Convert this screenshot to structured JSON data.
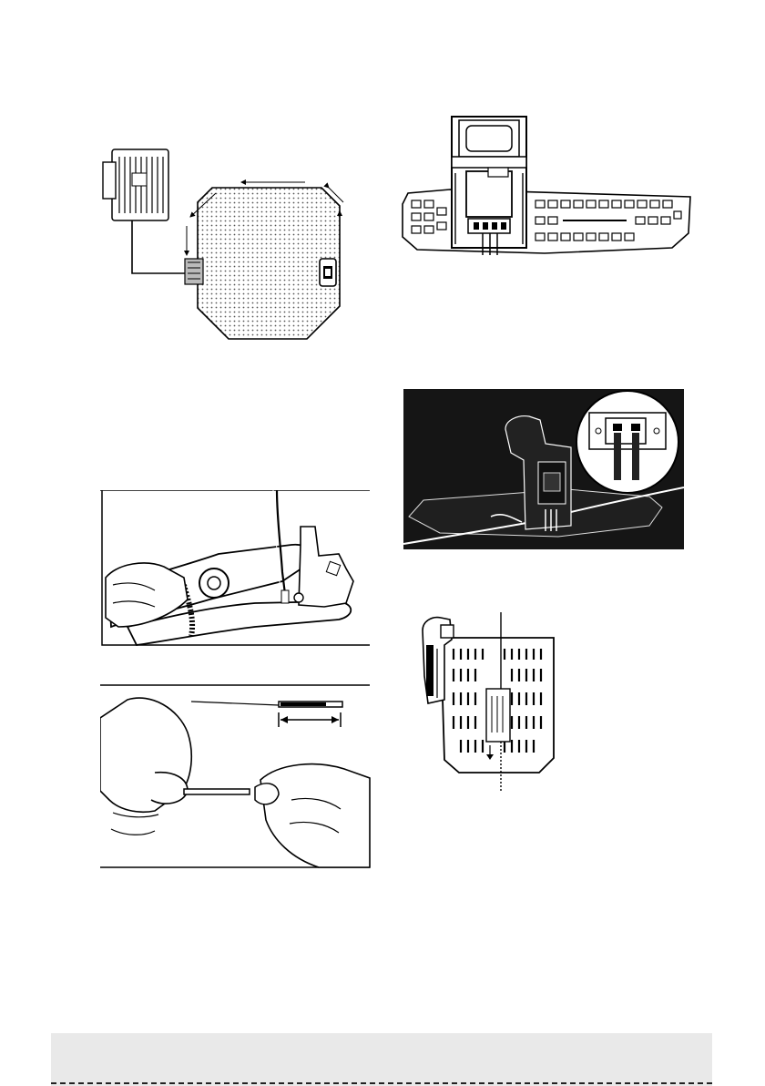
{
  "page": {
    "footer_text": ""
  },
  "figures": [
    {
      "name": "boundary-wire-layout-diagram"
    },
    {
      "name": "charging-station-front-view"
    },
    {
      "name": "charging-station-wire-connection-photo"
    },
    {
      "name": "wire-stripping-illustration"
    },
    {
      "name": "charging-station-top-view"
    }
  ],
  "colors": {
    "ink": "#000000",
    "dark_panel": "#151515",
    "footer": "#e9e9e9"
  }
}
